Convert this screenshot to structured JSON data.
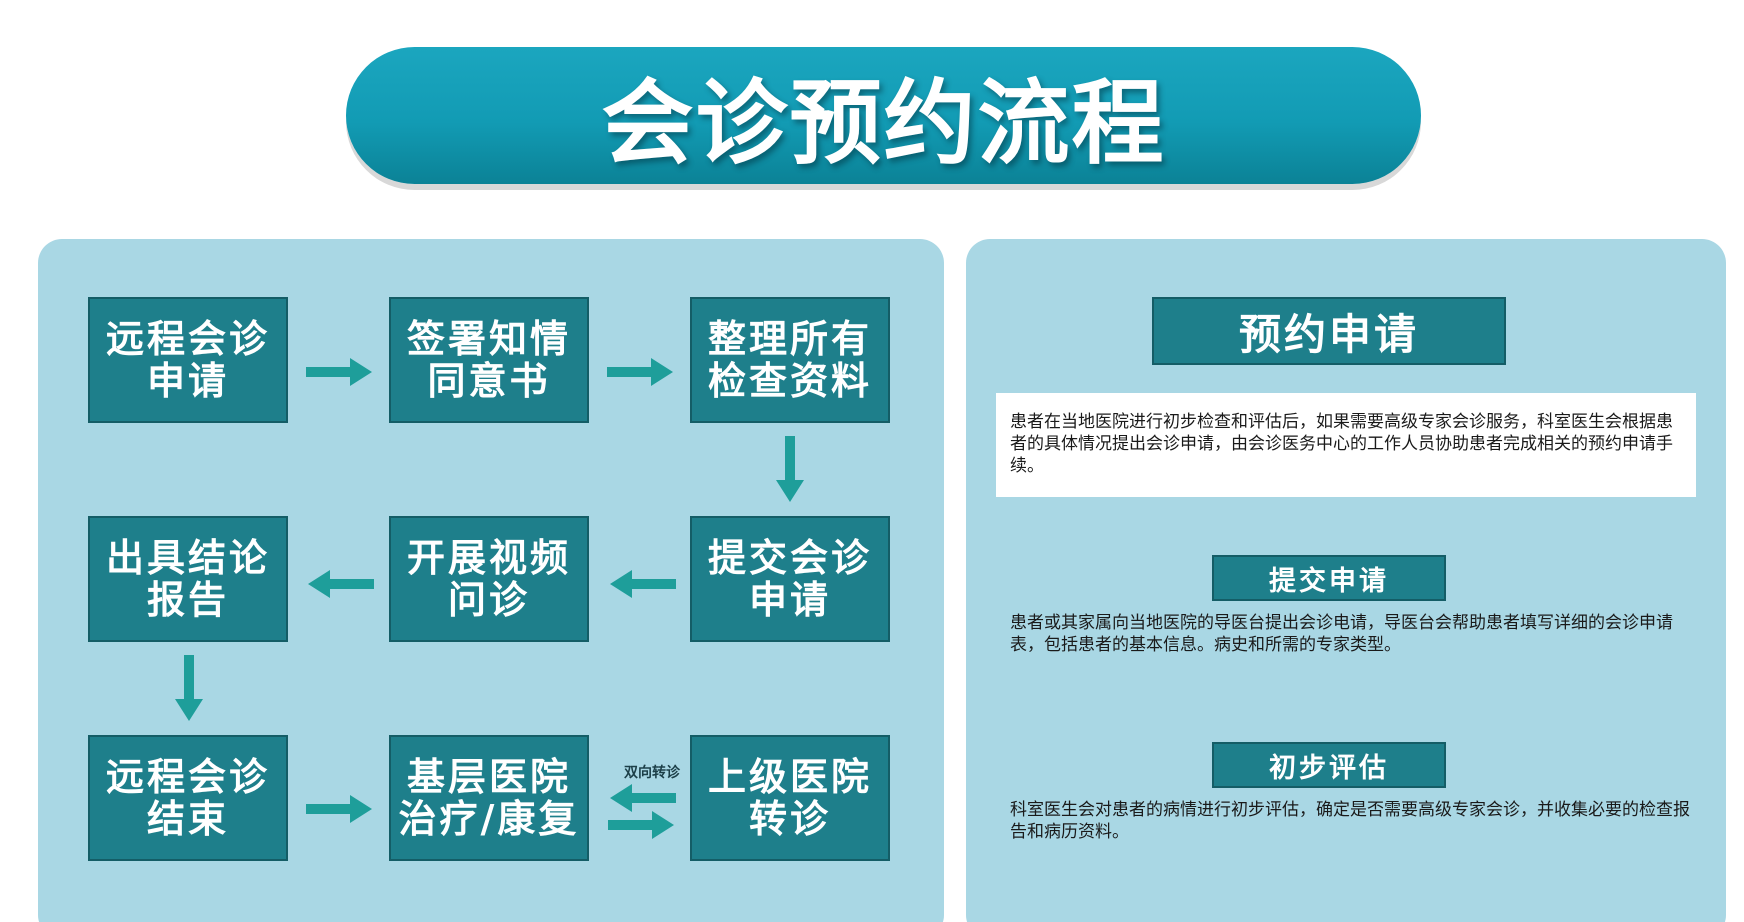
{
  "title": "会诊预约流程",
  "flow": {
    "row1": [
      "远程会诊\n申请",
      "签署知情\n同意书",
      "整理所有\n检查资料"
    ],
    "row2": [
      "出具结论\n报告",
      "开展视频\n问诊",
      "提交会诊\n申请"
    ],
    "row3": [
      "远程会诊\n结束",
      "基层医院\n治疗/康复",
      "上级医院\n转诊"
    ],
    "bidirectional_label": "双向转诊"
  },
  "details": {
    "heading": "预约申请",
    "intro": "患者在当地医院进行初步检查和评估后，如果需要高级专家会诊服务，科室医生会根据患者的具体情况提出会诊申请，由会诊医务中心的工作人员协助患者完成相关的预约申请手续。",
    "section1": {
      "heading": "提交申请",
      "text": "患者或其家属向当地医院的导医台提出会诊电请，导医台会帮助患者填写详细的会诊申请表，包括患者的基本信息。病史和所需的专家类型。"
    },
    "section2": {
      "heading": "初步评估",
      "text": "科室医生会对患者的病情进行初步评估，确定是否需要高级专家会诊，并收集必要的检查报告和病历资料。"
    }
  },
  "colors": {
    "title_banner": "#129bb4",
    "panel": "#a9d7e4",
    "box": "#1e7f8b",
    "box_border": "#145d66",
    "arrow": "#1e9e9a"
  },
  "icons": {
    "arrow_right": "arrow-right-icon",
    "arrow_left": "arrow-left-icon",
    "arrow_down": "arrow-down-icon"
  }
}
